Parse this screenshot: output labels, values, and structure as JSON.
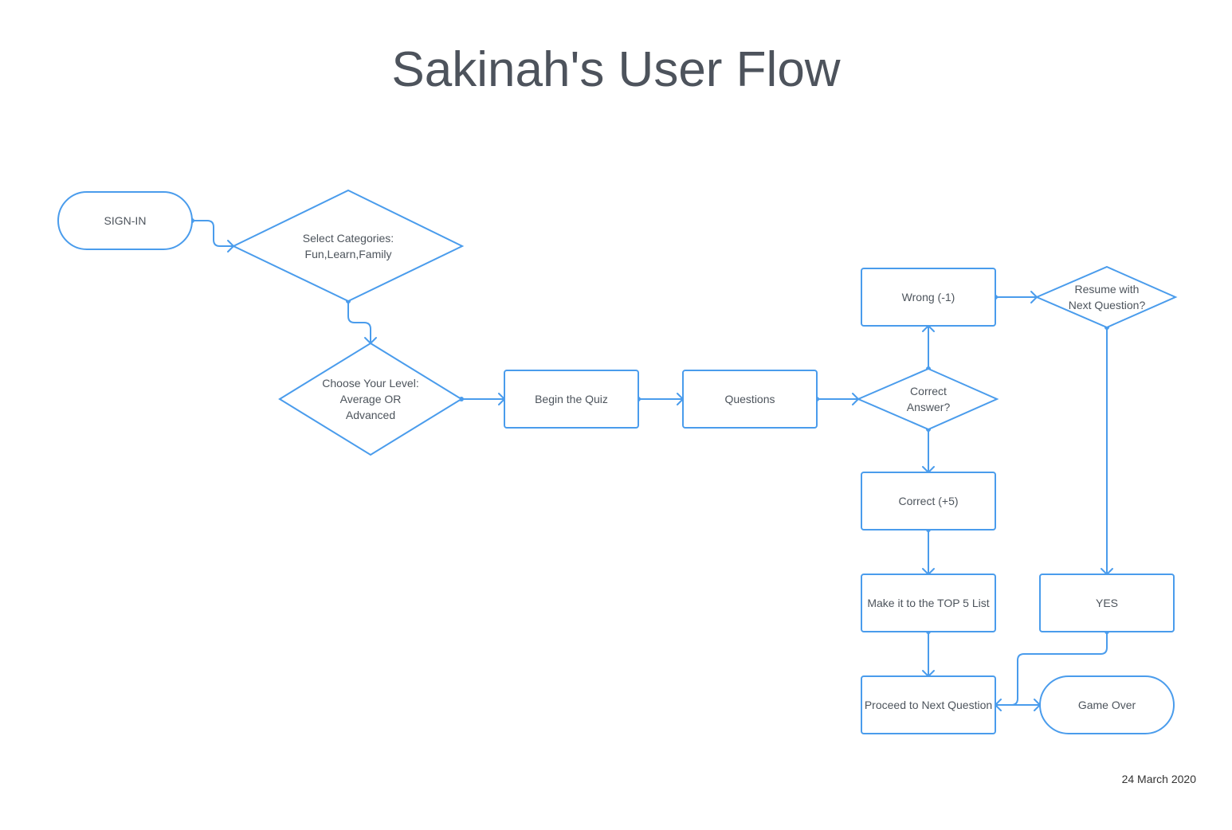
{
  "title": "Sakinah's User Flow",
  "date": "24 March 2020",
  "colors": {
    "stroke": "#4a9cec",
    "text": "#4d545c",
    "title": "#4d535c",
    "background": "#ffffff"
  },
  "nodes": {
    "sign_in": {
      "shape": "terminal",
      "lines": [
        "SIGN-IN"
      ]
    },
    "select_categories": {
      "shape": "decision",
      "lines": [
        "Select Categories:",
        "Fun,Learn,Family"
      ]
    },
    "choose_level": {
      "shape": "decision",
      "lines": [
        "Choose Your Level:",
        "Average OR",
        "Advanced"
      ]
    },
    "begin_quiz": {
      "shape": "process",
      "lines": [
        "Begin the Quiz"
      ]
    },
    "questions": {
      "shape": "process",
      "lines": [
        "Questions"
      ]
    },
    "correct_answer": {
      "shape": "decision",
      "lines": [
        "Correct",
        "Answer?"
      ]
    },
    "wrong": {
      "shape": "process",
      "lines": [
        "Wrong (-1)"
      ]
    },
    "resume": {
      "shape": "decision",
      "lines": [
        "Resume with",
        "Next Question?"
      ]
    },
    "correct_plus": {
      "shape": "process",
      "lines": [
        "Correct (+5)"
      ]
    },
    "top5": {
      "shape": "process",
      "lines": [
        "Make it to the TOP 5 List"
      ]
    },
    "yes": {
      "shape": "process",
      "lines": [
        "YES"
      ]
    },
    "proceed": {
      "shape": "process",
      "lines": [
        "Proceed to Next Question"
      ]
    },
    "game_over": {
      "shape": "terminal",
      "lines": [
        "Game Over"
      ]
    }
  },
  "edges": [
    {
      "from": "sign_in",
      "to": "select_categories"
    },
    {
      "from": "select_categories",
      "to": "choose_level"
    },
    {
      "from": "choose_level",
      "to": "begin_quiz"
    },
    {
      "from": "begin_quiz",
      "to": "questions"
    },
    {
      "from": "questions",
      "to": "correct_answer"
    },
    {
      "from": "correct_answer",
      "to": "wrong"
    },
    {
      "from": "wrong",
      "to": "resume"
    },
    {
      "from": "resume",
      "to": "yes"
    },
    {
      "from": "correct_answer",
      "to": "correct_plus"
    },
    {
      "from": "correct_plus",
      "to": "top5"
    },
    {
      "from": "top5",
      "to": "proceed"
    },
    {
      "from": "yes",
      "to": "proceed"
    },
    {
      "from": "proceed",
      "to": "game_over"
    }
  ]
}
